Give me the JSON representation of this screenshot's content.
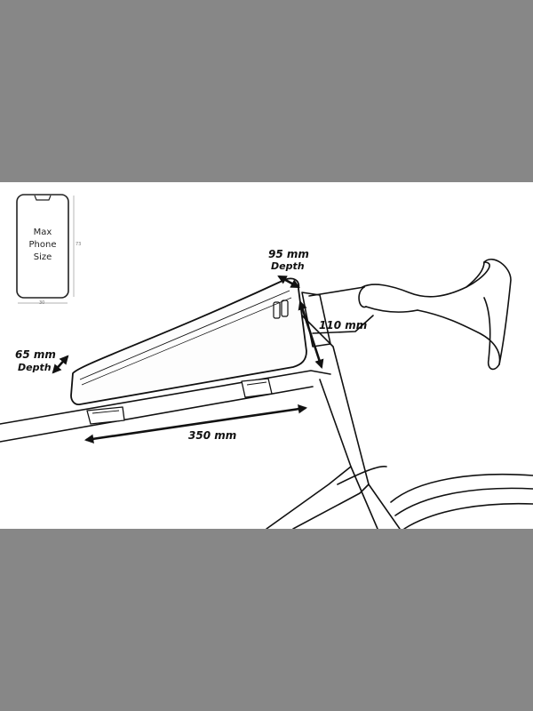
{
  "phone": {
    "line1": "Max",
    "line2": "Phone",
    "line3": "Size",
    "width_label": "30",
    "height_label": "73"
  },
  "dimensions": {
    "depth_rear_value": "95 mm",
    "depth_rear_caption": "Depth",
    "height_value": "110 mm",
    "depth_front_value": "65 mm",
    "depth_front_caption": "Depth",
    "length_value": "350 mm"
  },
  "colors": {
    "background": "#878787",
    "panel": "#ffffff",
    "line": "#111111"
  }
}
